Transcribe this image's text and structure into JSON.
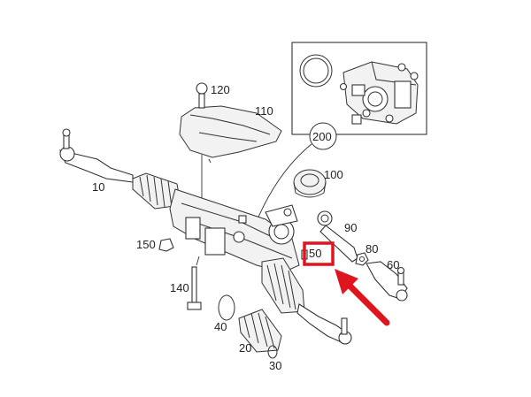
{
  "callouts": {
    "p10": "10",
    "p20": "20",
    "p30": "30",
    "p40": "40",
    "p50": "50",
    "p60": "60",
    "p80": "80",
    "p90": "90",
    "p100": "100",
    "p110": "110",
    "p120": "120",
    "p140": "140",
    "p150": "150",
    "p200": "200"
  },
  "highlight": {
    "target": "50",
    "box_color": "#e0141e",
    "arrow_color": "#e0141e"
  },
  "icons": [
    "highlight-arrow-icon"
  ]
}
